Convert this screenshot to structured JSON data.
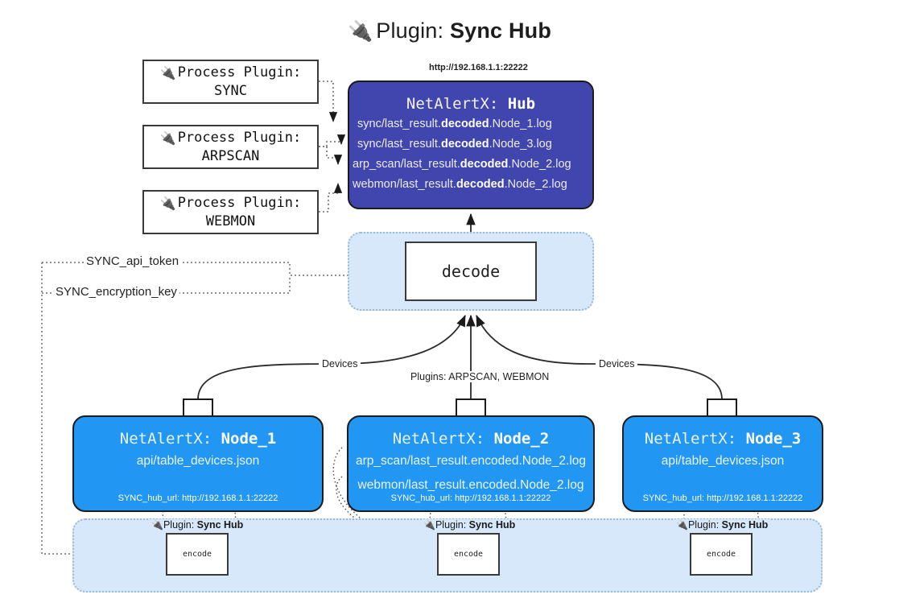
{
  "title": {
    "icon": "electric-plug-icon",
    "glyph": "🔌",
    "prefix": "Plugin:",
    "name": "Sync Hub"
  },
  "process_plugins": [
    {
      "glyph": "🔌",
      "heading": "Process Plugin:",
      "name": "SYNC"
    },
    {
      "glyph": "🔌",
      "heading": "Process Plugin:",
      "name": "ARPSCAN"
    },
    {
      "glyph": "🔌",
      "heading": "Process Plugin:",
      "name": "WEBMON"
    }
  ],
  "hub": {
    "url_label": "http://192.168.1.1:22222",
    "title_prefix": "NetAlertX:",
    "title_name": "Hub",
    "lines": [
      {
        "pre": "sync/last_result.",
        "mid": "decoded",
        "post": ".Node_1.log"
      },
      {
        "pre": "sync/last_result.",
        "mid": "decoded",
        "post": ".Node_3.log"
      },
      {
        "pre": "arp_scan/last_result.",
        "mid": "decoded",
        "post": ".Node_2.log"
      },
      {
        "pre": "webmon/last_result.",
        "mid": "decoded",
        "post": ".Node_2.log"
      }
    ]
  },
  "decode": {
    "container_name": "decode-container",
    "label": "decode"
  },
  "settings": [
    {
      "label": "SYNC_api_token"
    },
    {
      "label": "SYNC_encryption_key"
    }
  ],
  "edge_labels": {
    "left_devices": "Devices",
    "center_plugins": "Plugins: ARPSCAN, WEBMON",
    "right_devices": "Devices"
  },
  "nodes": [
    {
      "title_prefix": "NetAlertX:",
      "title_name": "Node_1",
      "lines": [
        "api/table_devices.json"
      ],
      "footer": "SYNC_hub_url: http://192.168.1.1:22222",
      "envelope_icon": "envelope-icon"
    },
    {
      "title_prefix": "NetAlertX:",
      "title_name": "Node_2",
      "lines": [
        "arp_scan/last_result.encoded.Node_2.log",
        "webmon/last_result.encoded.Node_2.log"
      ],
      "footer": "SYNC_hub_url: http://192.168.1.1:22222",
      "envelope_icon": "envelope-icon"
    },
    {
      "title_prefix": "NetAlertX:",
      "title_name": "Node_3",
      "lines": [
        "api/table_devices.json"
      ],
      "footer": "SYNC_hub_url: http://192.168.1.1:22222",
      "envelope_icon": "envelope-icon"
    }
  ],
  "encoders": [
    {
      "plugin_glyph": "🔌",
      "plugin_prefix": "Plugin:",
      "plugin_name": "Sync Hub",
      "label": "encode"
    },
    {
      "plugin_glyph": "🔌",
      "plugin_prefix": "Plugin:",
      "plugin_name": "Sync Hub",
      "label": "encode"
    },
    {
      "plugin_glyph": "🔌",
      "plugin_prefix": "Plugin:",
      "plugin_name": "Sync Hub",
      "label": "encode"
    }
  ],
  "colors": {
    "hub_fill": "#4046ae",
    "node_fill": "#2196f3",
    "container_fill": "#d6e8fa",
    "container_border": "#9cb9d4",
    "stroke": "#1b1b1b",
    "background": "#ffffff"
  }
}
